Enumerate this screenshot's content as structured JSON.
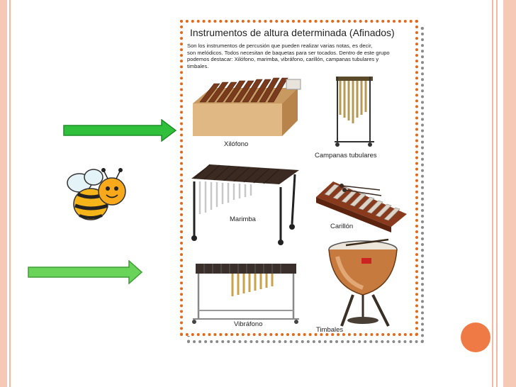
{
  "slide": {
    "title": "Instrumentos de altura determinada (Afinados)",
    "description": [
      "Son los instrumentos de percusión que pueden realizar varias notas, es decir,",
      "son melódicos. Todos necesitan de baquetas para ser tocados. Dentro de este grupo",
      "podemos destacar: Xilófono, marimba, vibráfono, carillón, campanas tubulares y",
      "timbales."
    ],
    "instruments": {
      "xilofono": "Xilófono",
      "campanas": "Campanas tubulares",
      "marimba": "Marimba",
      "carillon": "Carillón",
      "vibrafono": "Vibráfono",
      "timbales": "Timbales"
    }
  },
  "colors": {
    "frame_border": "#e06a1c",
    "arrow_green": "#2fbf3a",
    "accent_orange": "#f07a45",
    "edge_peach": "#f6c9b7"
  },
  "icons": {
    "decoration": "bee-icon",
    "pointers": [
      "arrow-right-icon",
      "arrow-right-icon"
    ]
  }
}
